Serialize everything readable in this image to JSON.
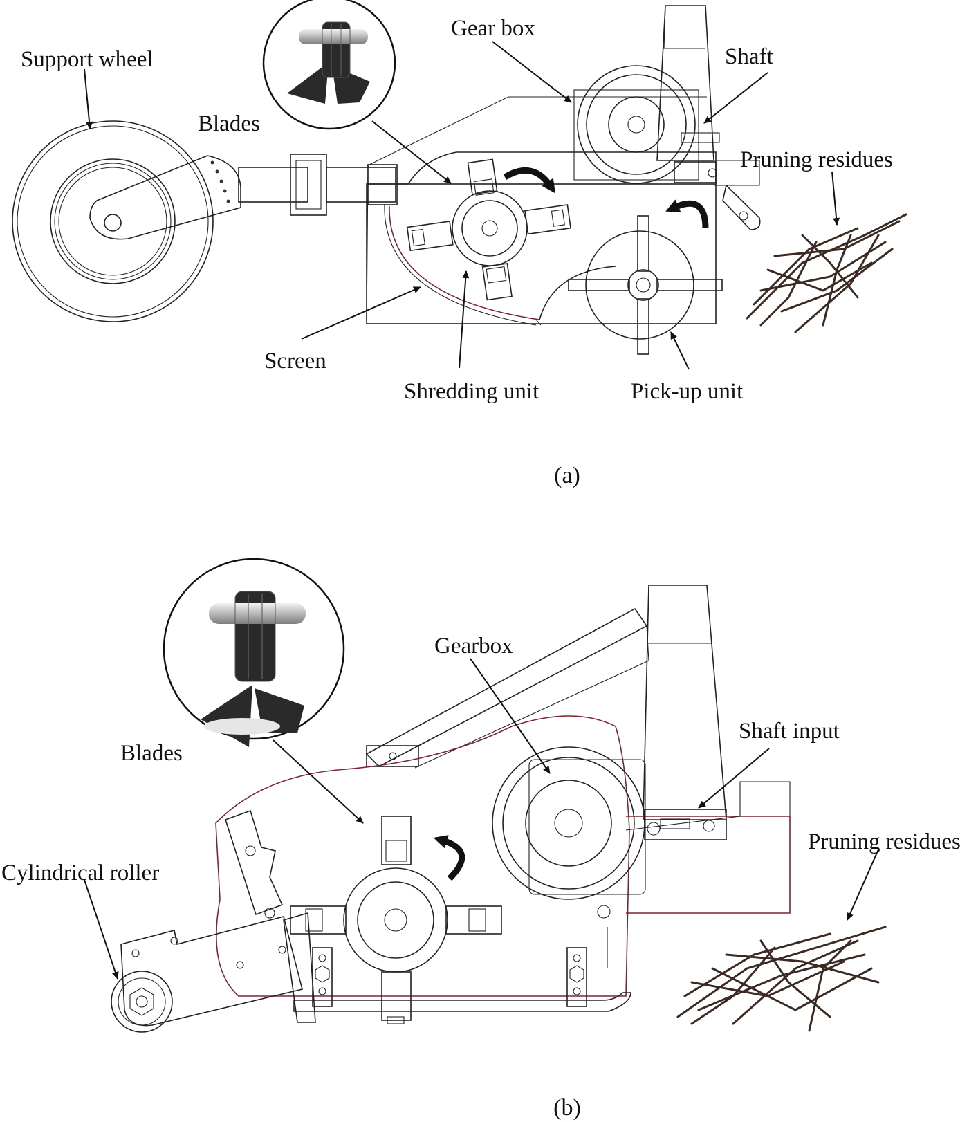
{
  "panel_a": {
    "labels": {
      "gear_box": "Gear box",
      "shaft": "Shaft",
      "support_wheel": "Support wheel",
      "blades": "Blades",
      "pruning_residues": "Pruning residues",
      "screen": "Screen",
      "shredding_unit": "Shredding unit",
      "pickup_unit": "Pick-up unit"
    },
    "caption": "(a)"
  },
  "panel_b": {
    "labels": {
      "gearbox": "Gearbox",
      "shaft_input": "Shaft input",
      "blades": "Blades",
      "pruning_residues": "Pruning residues",
      "cylindrical_roller": "Cylindrical roller"
    },
    "caption": "(b)"
  },
  "colors": {
    "line": "#222222",
    "frame_red": "#7a2630",
    "blade_dark": "#2a2a2a",
    "residue_brown": "#3b2a22"
  }
}
